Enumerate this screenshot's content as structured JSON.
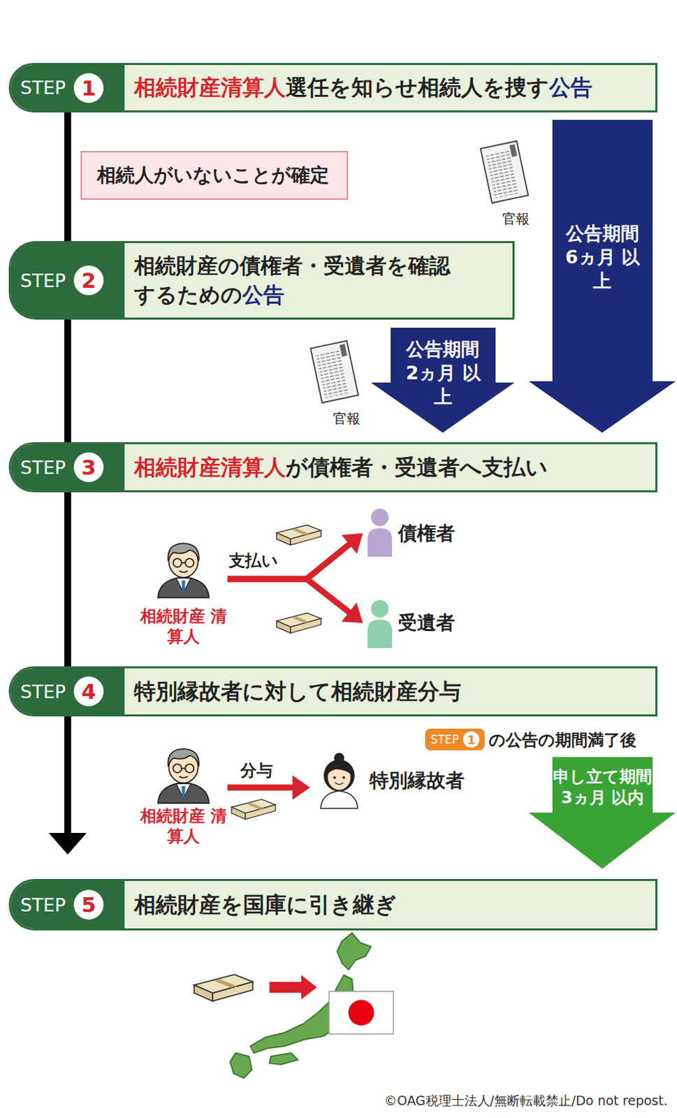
{
  "diagram": {
    "nodes": [
      {
        "text": [
          "STEP",
          "1",
          "相続財産清算人",
          "選任を知らせ相続人を捜す",
          "公告"
        ]
      },
      {
        "text": [
          "相続人がいないことが確定"
        ]
      },
      {
        "text": [
          "公告期間 6ヵ月 以上"
        ]
      },
      {
        "text": [
          "STEP",
          "2",
          "相続財産の債権者・受遺者を確認するための",
          "公告"
        ]
      },
      {
        "text": [
          "公告期間 2ヵ月 以上"
        ]
      },
      {
        "text": [
          "STEP",
          "3",
          "相続財産清算人",
          "が債権者・受遺者へ支払い"
        ]
      },
      {
        "text": [
          "相続財産 清算人"
        ]
      },
      {
        "text": [
          "債権者"
        ]
      },
      {
        "text": [
          "受遺者"
        ]
      },
      {
        "text": [
          "STEP",
          "4",
          "特別縁故者に対して相続財産分与"
        ]
      },
      {
        "text": [
          "STEP",
          "1"
        ]
      },
      {
        "text": [
          "相続財産 清算人"
        ]
      },
      {
        "text": [
          "特別縁故者"
        ]
      },
      {
        "text": [
          "申し立て期間 3ヵ月 以内"
        ]
      },
      {
        "text": [
          "STEP",
          "5",
          "相続財産を国庫に引き継ぎ"
        ]
      }
    ],
    "edges": [
      {
        "from": 0,
        "to": 3,
        "arrow": "none"
      },
      {
        "from": 3,
        "to": 5,
        "arrow": "none"
      },
      {
        "from": 5,
        "to": 9,
        "arrow": "none"
      },
      {
        "from": 9,
        "to": 14,
        "arrow": "to"
      },
      {
        "from": 6,
        "to": 7,
        "label": "支払い",
        "arrow": "to"
      },
      {
        "from": 6,
        "to": 8,
        "arrow": "to"
      },
      {
        "from": 11,
        "to": 12,
        "label": "分与",
        "arrow": "to"
      }
    ],
    "labels": [
      "官報",
      "官報",
      "の公告の期間満了後",
      "©OAG税理士法人/無断転載禁止/Do not repost."
    ]
  }
}
